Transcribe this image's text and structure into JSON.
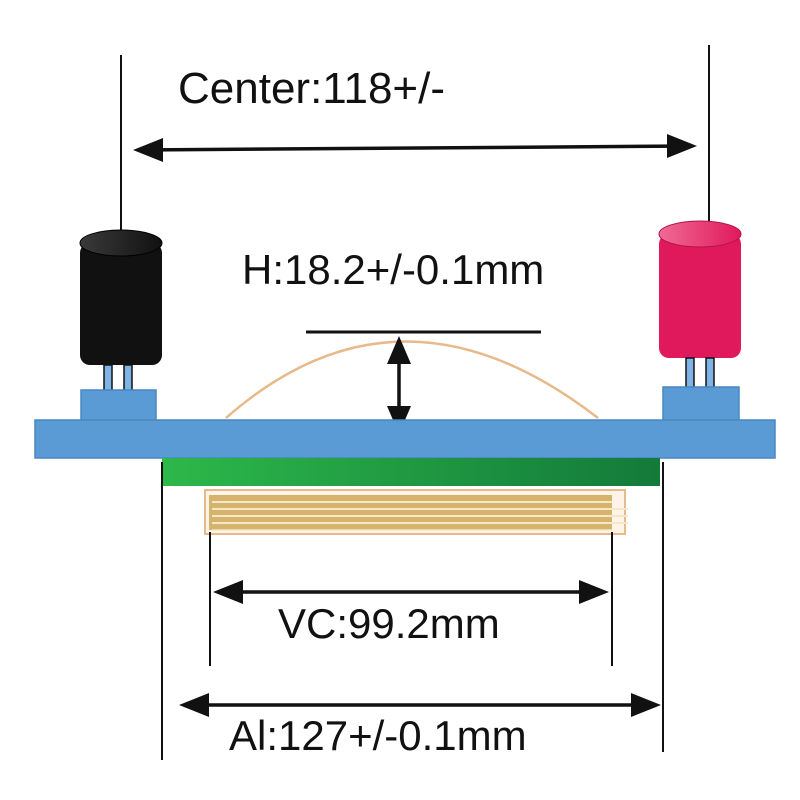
{
  "labels": {
    "center": "Center:118+/-",
    "height": "H:18.2+/-0.1mm",
    "vc": "VC:99.2mm",
    "al": "Al:127+/-0.1mm"
  },
  "colors": {
    "plate": "#5b9bd5",
    "pedestal": "#5b9bd5",
    "left_electrode": "#111111",
    "right_electrode": "#e0195c",
    "green_layer_start": "#2db84a",
    "green_layer_end": "#137a3a",
    "vc_strip": "#c8a04a",
    "vc_outline": "#e8b98a",
    "arc": "#e8b98a",
    "lines": "#111111"
  }
}
